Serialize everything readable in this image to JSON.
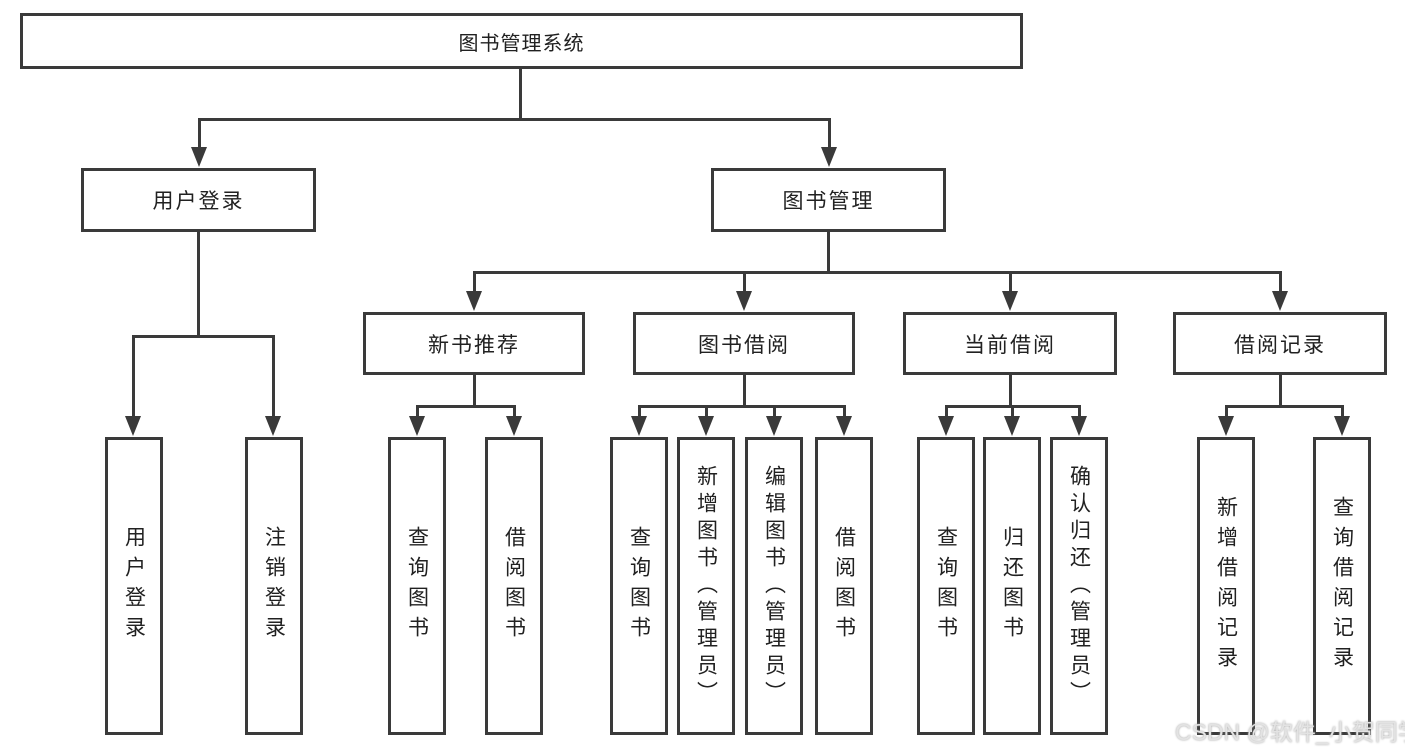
{
  "diagram": {
    "root": {
      "label": "图书管理系统"
    },
    "branches": [
      {
        "label": "用户登录",
        "children": [
          {
            "label": "用户登录"
          },
          {
            "label": "注销登录"
          }
        ]
      },
      {
        "label": "图书管理",
        "children": [
          {
            "label": "新书推荐",
            "children": [
              {
                "label": "查询图书"
              },
              {
                "label": "借阅图书"
              }
            ]
          },
          {
            "label": "图书借阅",
            "children": [
              {
                "label": "查询图书"
              },
              {
                "label": "新增图书（管理员）"
              },
              {
                "label": "编辑图书（管理员）"
              },
              {
                "label": "借阅图书"
              }
            ]
          },
          {
            "label": "当前借阅",
            "children": [
              {
                "label": "查询图书"
              },
              {
                "label": "归还图书"
              },
              {
                "label": "确认归还（管理员）"
              }
            ]
          },
          {
            "label": "借阅记录",
            "children": [
              {
                "label": "新增借阅记录"
              },
              {
                "label": "查询借阅记录"
              }
            ]
          }
        ]
      }
    ]
  },
  "watermark": {
    "text": "CSDN @软件_小贺同学"
  },
  "colors": {
    "line": "#3a3a3a",
    "text": "#212121",
    "background": "#ffffff",
    "watermark": "#e3e3e3"
  }
}
